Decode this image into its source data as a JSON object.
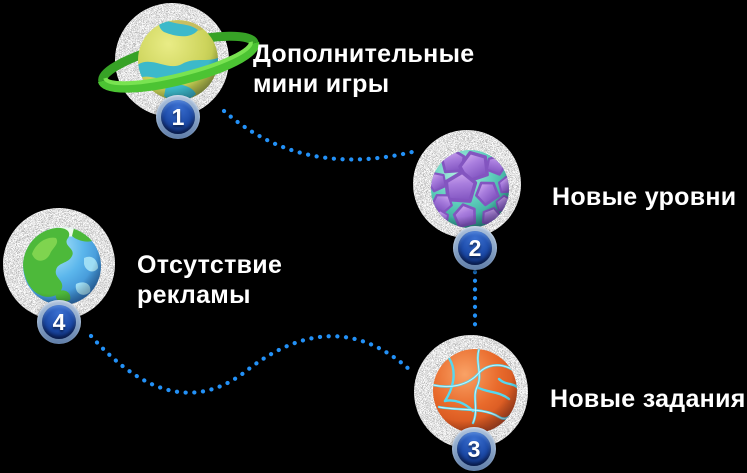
{
  "canvas": {
    "background": "#000000"
  },
  "colors": {
    "text": "#ffffff",
    "dotted_connector": "#2391f7",
    "badge_ring": "#8ea9cb",
    "badge_fill_top": "#3a6fd0",
    "badge_fill_bottom": "#0f2f7c",
    "noise_circle": "#d9d9d9",
    "planet1_ring": "#4cc433",
    "planet2_crystal": "#a97ede",
    "planet3_crack": "#55d8f0",
    "planet4_land": "#4db93a"
  },
  "nodes": [
    {
      "number": "1",
      "planet_icon": "ringed-yellow-green-planet",
      "label": "Дополнительные мини игры",
      "label_line1": "Дополнительные",
      "label_line2": "мини игры"
    },
    {
      "number": "2",
      "planet_icon": "teal-purple-crystal-planet",
      "label": "Новые уровни",
      "label_line1": "Новые уровни",
      "label_line2": ""
    },
    {
      "number": "3",
      "planet_icon": "orange-cracked-lava-planet",
      "label": "Новые задания",
      "label_line1": "Новые задания",
      "label_line2": ""
    },
    {
      "number": "4",
      "planet_icon": "blue-green-earth-planet",
      "label": "Отсутствие рекламы",
      "label_line1": "Отсутствие",
      "label_line2": "рекламы"
    }
  ],
  "connectors": [
    {
      "from": "1",
      "to": "2",
      "style": "dotted-curve"
    },
    {
      "from": "2",
      "to": "3",
      "style": "dotted-vertical-line"
    },
    {
      "from": "4",
      "to": "3",
      "style": "dotted-s-curve"
    }
  ]
}
